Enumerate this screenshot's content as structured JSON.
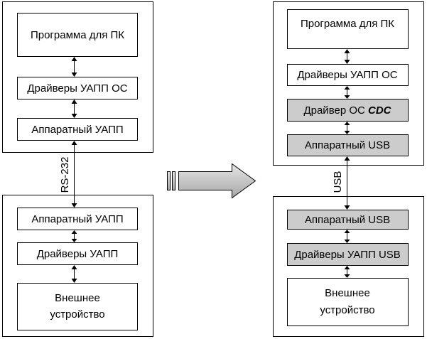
{
  "left": {
    "pc_program": "Программа для ПК",
    "os_drivers": "Драйверы УАПП ОС",
    "hw_uart_top": "Аппаратный УАПП",
    "link_label": "RS-232",
    "hw_uart_bottom": "Аппаратный УАПП",
    "uart_drivers": "Драйверы УАПП",
    "ext_device_line1": "Внешнее",
    "ext_device_line2": "устройство"
  },
  "right": {
    "pc_program": "Программа для ПК",
    "os_drivers": "Драйверы УАПП ОС",
    "cdc_driver_prefix": "Драйвер ОС ",
    "cdc_driver_bold": "CDC",
    "hw_usb_top": "Аппаратный USB",
    "link_label": "USB",
    "hw_usb_bottom": "Аппаратный USB",
    "uart_usb_drivers": "Драйверы УАПП USB",
    "ext_device_line1": "Внешнее",
    "ext_device_line2": "устройство"
  },
  "colors": {
    "shaded_box": "#cccccc",
    "transition_arrow": "#c0c0c0"
  }
}
